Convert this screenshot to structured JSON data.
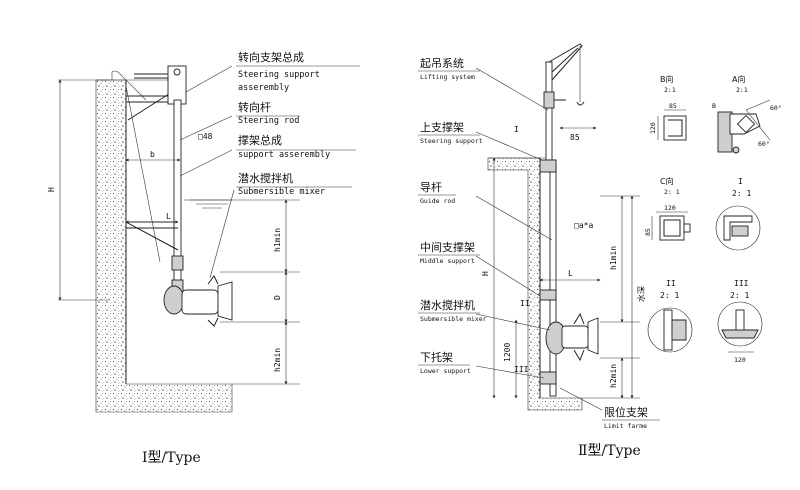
{
  "type1": {
    "caption": "Ⅰ型/Type",
    "labels": [
      {
        "cn": "转向支架总成",
        "en1": "Steering support",
        "en2": "asserembly"
      },
      {
        "cn": "转向杆",
        "en1": "Steering rod"
      },
      {
        "cn": "撑架总成",
        "en1": "support asserembly"
      },
      {
        "cn": "潜水搅拌机",
        "en1": "Submersible mixer"
      }
    ],
    "dims": {
      "H": "H",
      "b": "b",
      "L": "L",
      "h1": "h1min",
      "D": "D",
      "h2": "h2min",
      "square": "□48"
    }
  },
  "type2": {
    "caption": "Ⅱ型/Type",
    "labels": [
      {
        "cn": "起吊系统",
        "en1": "Lifting system"
      },
      {
        "cn": "上支撑架",
        "en1": "Steering support"
      },
      {
        "cn": "导杆",
        "en1": "Guide rod"
      },
      {
        "cn": "中间支撑架",
        "en1": "Middle support"
      },
      {
        "cn": "潜水搅拌机",
        "en1": "Submersible mixer"
      },
      {
        "cn": "下托架",
        "en1": "Lower support"
      },
      {
        "cn": "限位支架",
        "en1": "Limit farme"
      }
    ],
    "dims": {
      "H": "H",
      "L": "L",
      "h1": "h1min",
      "water": "水深",
      "h2": "h2min",
      "v1200": "1200",
      "v85": "85",
      "square": "□a*a",
      "I": "I",
      "II": "II",
      "III": "III"
    },
    "details": {
      "B_title": "B向",
      "B_scale": "2:1",
      "B_d1": "85",
      "B_d2": "120",
      "A_title": "A向",
      "A_scale": "2:1",
      "A_ang1": "60°",
      "A_ang2": "60°",
      "A_B": "B",
      "C_title": "C向",
      "C_scale": "2: 1",
      "C_d1": "120",
      "C_d2": "85",
      "I_title": "I",
      "I_scale": "2: 1",
      "II_title": "II",
      "II_scale": "2: 1",
      "III_title": "III",
      "III_scale": "2: 1",
      "III_d": "120"
    }
  }
}
